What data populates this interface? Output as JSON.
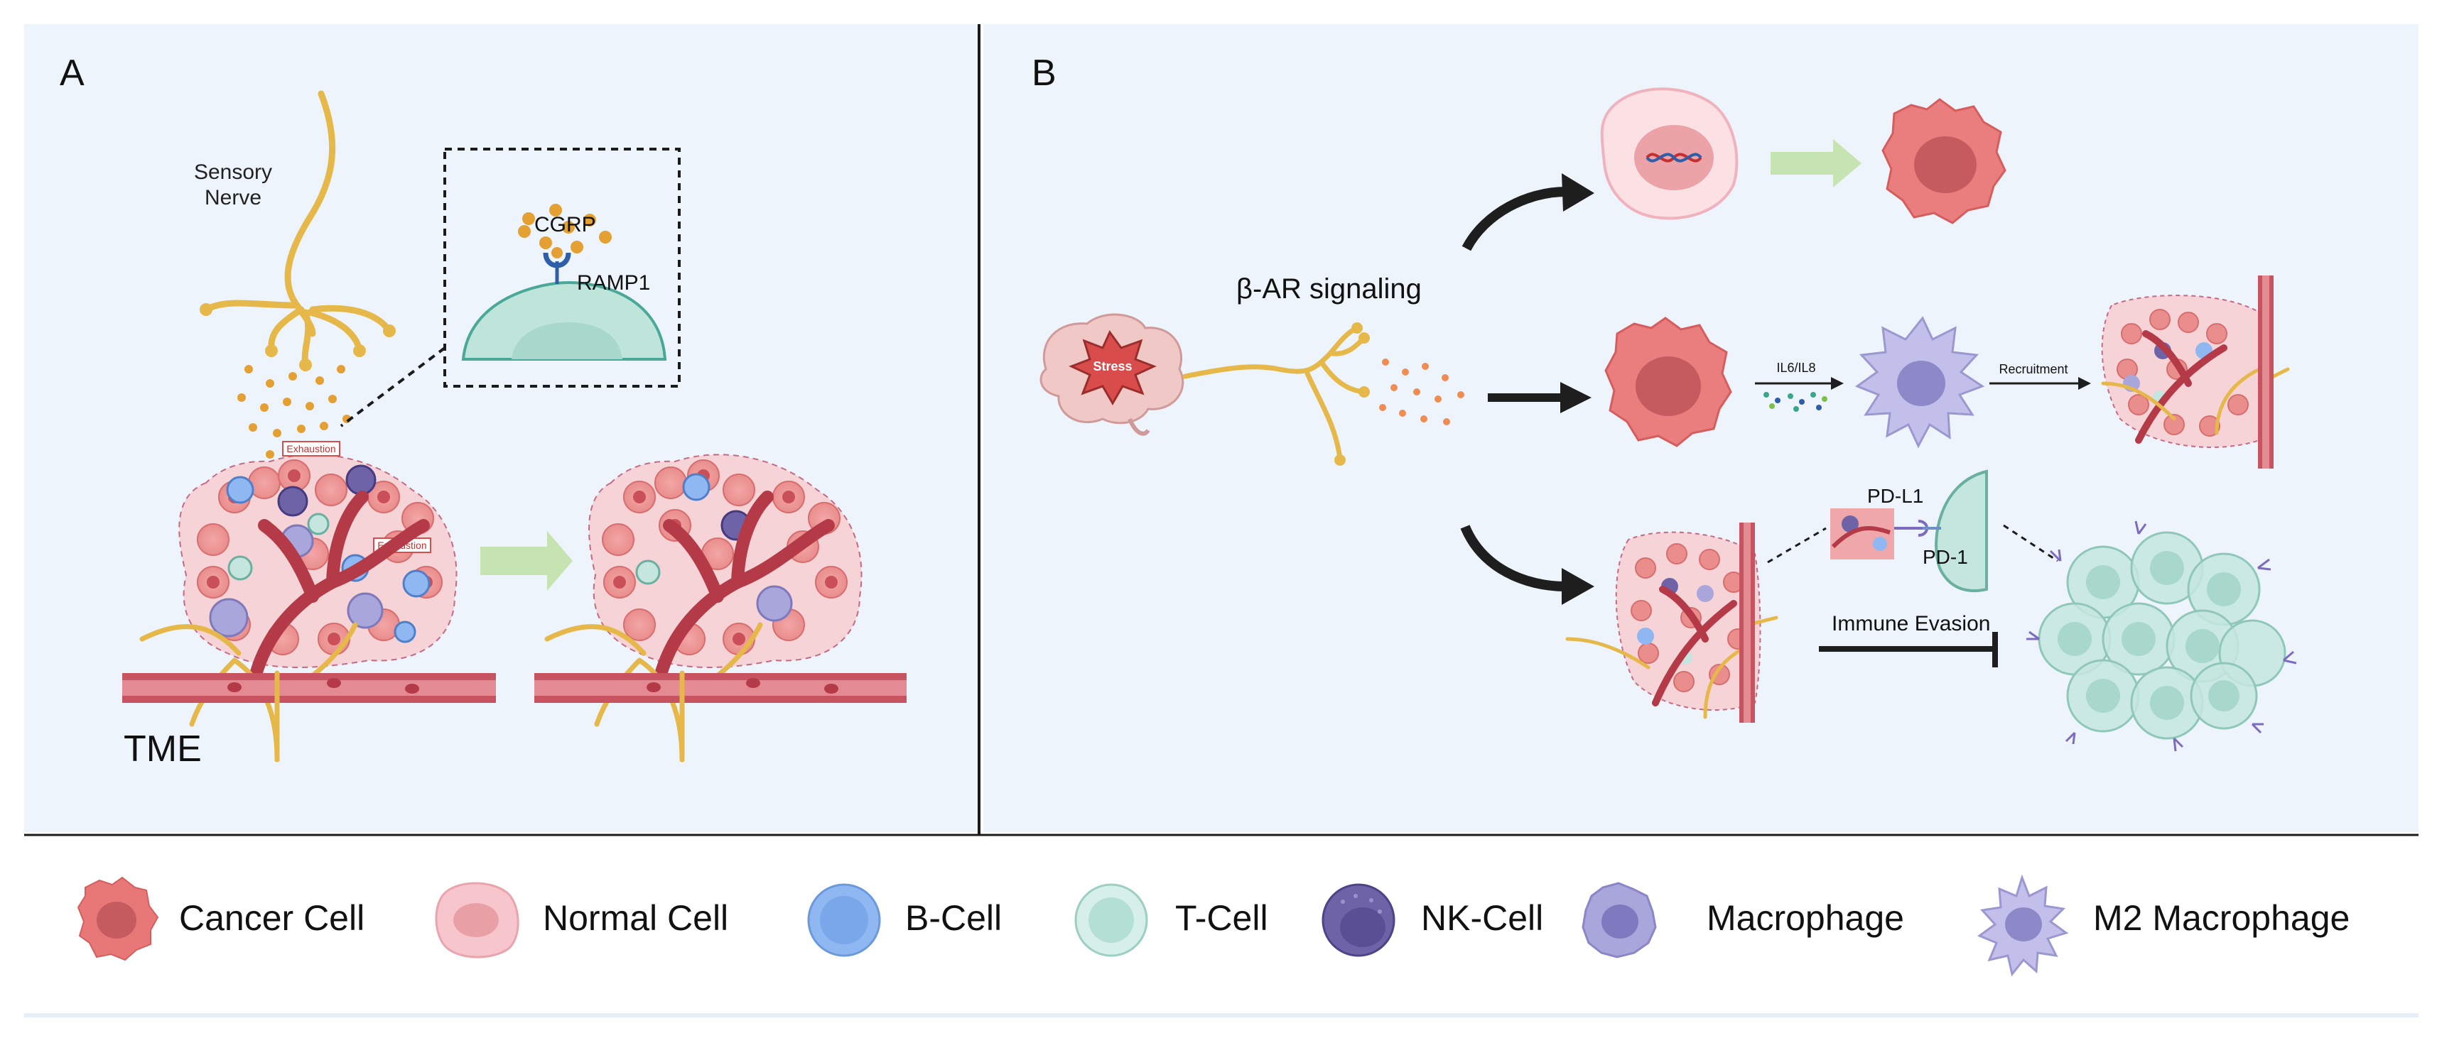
{
  "panel_a": {
    "letter": "A",
    "nerve_label_line1": "Sensory",
    "nerve_label_line2": "Nerve",
    "cgrp_label": "CGRP",
    "ramp1_label": "RAMP1",
    "exhaustion_tag_1": "Exhaustion",
    "exhaustion_tag_2": "Exhaustion",
    "tme_label": "TME"
  },
  "panel_b": {
    "letter": "B",
    "signaling_label": "β-AR signaling",
    "stress_label": "Stress",
    "cytokine_label": "IL6/IL8",
    "recruitment_label": "Recruitment",
    "pdl1_label": "PD-L1",
    "pd1_label": "PD-1",
    "evasion_label": "Immune Evasion"
  },
  "legend": {
    "items": [
      {
        "label": "Cancer Cell",
        "icon": "cancer-cell-icon",
        "color": "#e87878"
      },
      {
        "label": "Normal Cell",
        "icon": "normal-cell-icon",
        "color": "#f7c6cc"
      },
      {
        "label": "B-Cell",
        "icon": "b-cell-icon",
        "color": "#8fb8f2"
      },
      {
        "label": "T-Cell",
        "icon": "t-cell-icon",
        "color": "#c4e6df"
      },
      {
        "label": "NK-Cell",
        "icon": "nk-cell-icon",
        "color": "#6f63a8"
      },
      {
        "label": "Macrophage",
        "icon": "macrophage-icon",
        "color": "#a9a6dc"
      },
      {
        "label": "M2 Macrophage",
        "icon": "m2-macrophage-icon",
        "color": "#c2c0ea"
      }
    ]
  },
  "colors": {
    "panel_bg": "#eef4fb",
    "nerve": "#e6b84a",
    "vessel": "#b53a48",
    "arrow": "#1e1e1e",
    "transition_arrow": "#c6e3b2"
  }
}
